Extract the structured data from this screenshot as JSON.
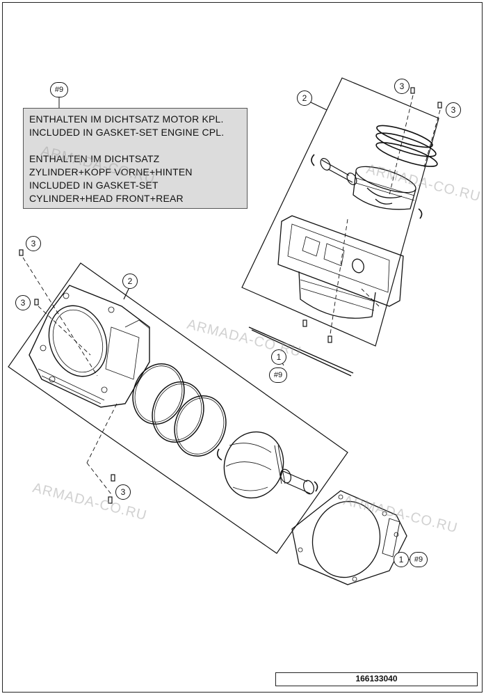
{
  "note": {
    "ref": "#9",
    "lines_block1": [
      "ENTHALTEN IM DICHTSATZ MOTOR KPL.",
      "INCLUDED IN GASKET-SET ENGINE CPL."
    ],
    "lines_block2": [
      "ENTHALTEN IM DICHTSATZ",
      "ZYLINDER+KOPF VORNE+HINTEN",
      "INCLUDED IN GASKET-SET",
      "CYLINDER+HEAD FRONT+REAR"
    ]
  },
  "callouts": {
    "c2_top": "2",
    "c3_top_a": "3",
    "c3_top_b": "3",
    "c2_left": "2",
    "c3_left_a": "3",
    "c3_left_b": "3",
    "c3_bottom": "3",
    "c1_mid": "1",
    "c9_mid": "#9",
    "c1_bottom": "1",
    "c9_bottom": "#9"
  },
  "watermark_text": "ARMADA-CO.RU",
  "document_number": "166133040"
}
